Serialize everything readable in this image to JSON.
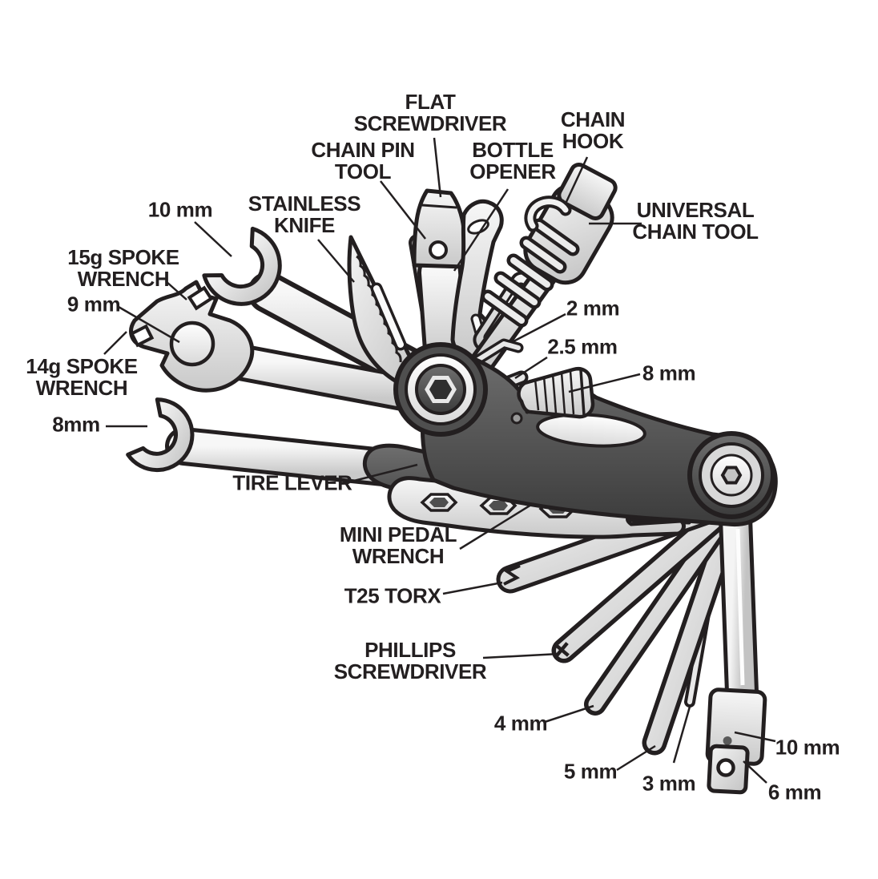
{
  "diagram": {
    "subject": "bicycle multi-tool",
    "background_color": "#ffffff",
    "outline_color": "#231f20",
    "metal_color": "#e8e8e8",
    "body_color": "#4a4a4a"
  },
  "labels": {
    "flat_screwdriver": "FLAT\nSCREWDRIVER",
    "chain_pin_tool": "CHAIN PIN\nTOOL",
    "bottle_opener": "BOTTLE\nOPENER",
    "chain_hook": "CHAIN\nHOOK",
    "universal_chain_tool": "UNIVERSAL\nCHAIN TOOL",
    "wrench_10mm": "10 mm",
    "stainless_knife": "STAINLESS\nKNIFE",
    "spoke_wrench_15g": "15g SPOKE\nWRENCH",
    "spoke_9mm": "9 mm",
    "spoke_wrench_14g": "14g SPOKE\nWRENCH",
    "wrench_8mm": "8mm",
    "hex_2mm": "2 mm",
    "hex_2_5mm": "2.5 mm",
    "bit_8mm": "8 mm",
    "tire_lever": "TIRE LEVER",
    "mini_pedal_wrench": "MINI PEDAL\nWRENCH",
    "t25_torx": "T25 TORX",
    "phillips_screwdriver": "PHILLIPS\nSCREWDRIVER",
    "hex_4mm": "4 mm",
    "hex_5mm": "5 mm",
    "hex_3mm": "3 mm",
    "socket_10mm": "10 mm",
    "hex_6mm": "6 mm"
  }
}
